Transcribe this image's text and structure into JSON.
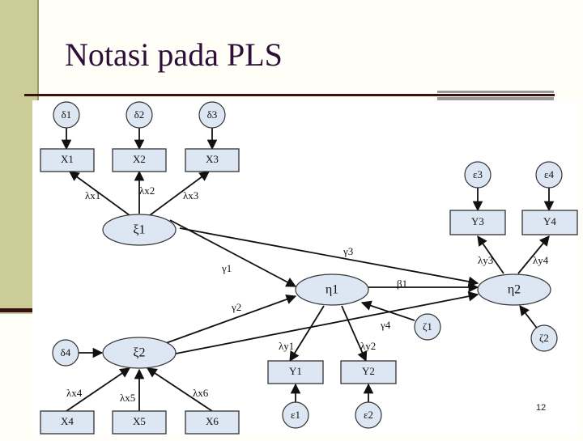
{
  "slide": {
    "title": "Notasi pada PLS",
    "page_number": "12"
  },
  "diagram": {
    "latent_exogenous": [
      {
        "id": "xi1",
        "label": "ξ1"
      },
      {
        "id": "xi2",
        "label": "ξ2"
      }
    ],
    "latent_endogenous": [
      {
        "id": "eta1",
        "label": "η1"
      },
      {
        "id": "eta2",
        "label": "η2"
      }
    ],
    "x_indicators": [
      {
        "id": "x1",
        "label": "X1",
        "error": "δ1",
        "loading": "λx1"
      },
      {
        "id": "x2",
        "label": "X2",
        "error": "δ2",
        "loading": "λx2"
      },
      {
        "id": "x3",
        "label": "X3",
        "error": "δ3",
        "loading": "λx3"
      },
      {
        "id": "x4",
        "label": "X4",
        "loading": "λx4"
      },
      {
        "id": "x5",
        "label": "X5",
        "loading": "λx5"
      },
      {
        "id": "x6",
        "label": "X6",
        "loading": "λx6"
      }
    ],
    "y_indicators": [
      {
        "id": "y1",
        "label": "Y1",
        "error": "ε1",
        "loading": "λy1"
      },
      {
        "id": "y2",
        "label": "Y2",
        "error": "ε2",
        "loading": "λy2"
      },
      {
        "id": "y3",
        "label": "Y3",
        "error": "ε3",
        "loading": "λy3"
      },
      {
        "id": "y4",
        "label": "Y4",
        "error": "ε4",
        "loading": "λy4"
      }
    ],
    "other_errors": [
      {
        "id": "delta4",
        "label": "δ4"
      },
      {
        "id": "zeta1",
        "label": "ζ1"
      },
      {
        "id": "zeta2",
        "label": "ζ2"
      }
    ],
    "paths": [
      {
        "label": "γ1"
      },
      {
        "label": "γ2"
      },
      {
        "label": "γ3"
      },
      {
        "label": "γ4"
      },
      {
        "label": "β1"
      }
    ]
  }
}
